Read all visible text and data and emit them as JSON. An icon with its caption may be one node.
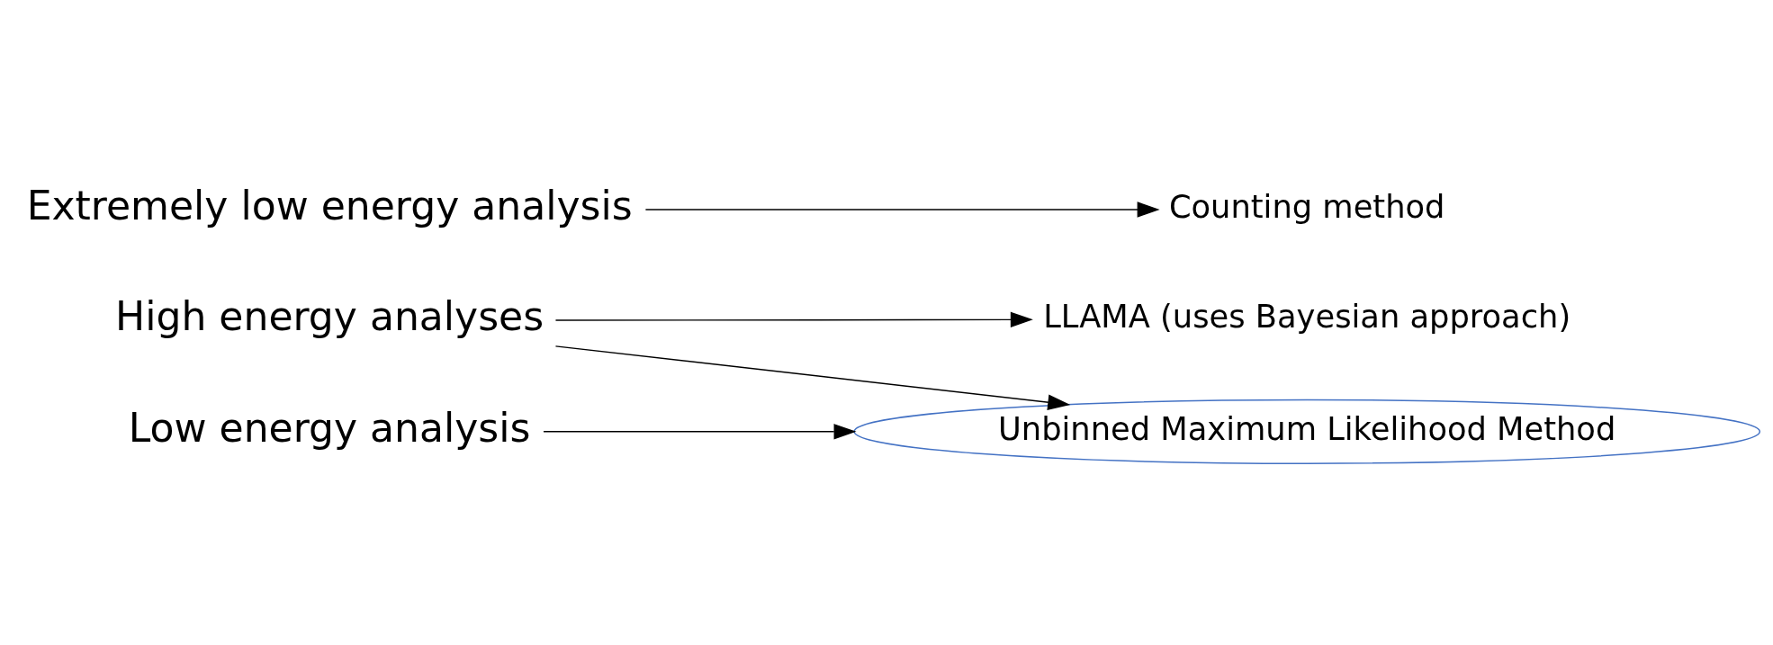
{
  "diagram": {
    "nodes": [
      {
        "text": [
          "High energy analyses"
        ]
      },
      {
        "text": [
          "LLAMA (uses Bayesian approach)"
        ]
      },
      {
        "text": [
          "Unbinned Maximum Likelihood Method"
        ]
      },
      {
        "text": [
          "Low energy analysis"
        ]
      },
      {
        "text": [
          "Extremely low energy analysis"
        ]
      },
      {
        "text": [
          "Counting method"
        ]
      }
    ],
    "edges": [
      {
        "from": 0,
        "to": 1,
        "arrow": "to"
      },
      {
        "from": 0,
        "to": 2,
        "arrow": "to"
      },
      {
        "from": 3,
        "to": 2,
        "arrow": "to"
      },
      {
        "from": 4,
        "to": 5,
        "arrow": "to"
      }
    ]
  }
}
